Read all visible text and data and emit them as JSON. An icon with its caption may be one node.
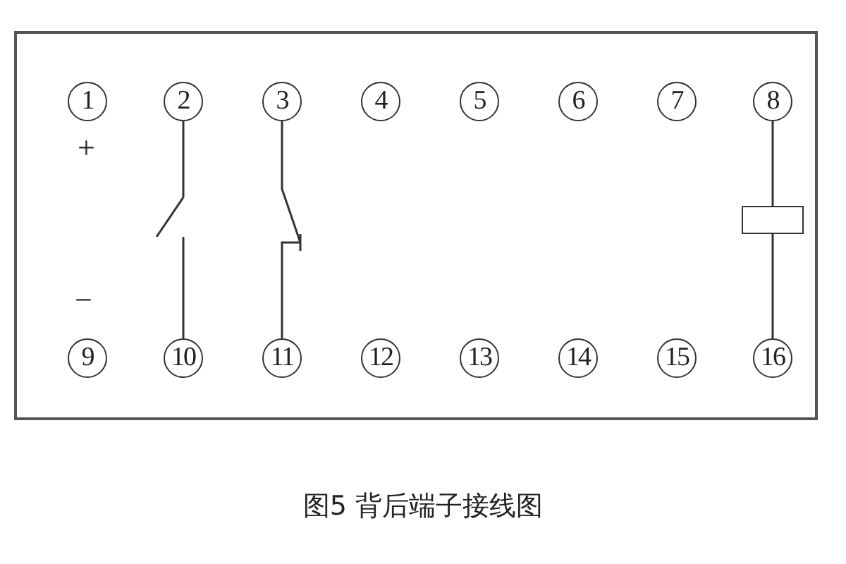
{
  "diagram": {
    "caption": "图5 背后端子接线图",
    "nodes": [
      {
        "text": [
          "1"
        ]
      },
      {
        "text": [
          "2"
        ]
      },
      {
        "text": [
          "3"
        ]
      },
      {
        "text": [
          "4"
        ]
      },
      {
        "text": [
          "5"
        ]
      },
      {
        "text": [
          "6"
        ]
      },
      {
        "text": [
          "7"
        ]
      },
      {
        "text": [
          "8"
        ]
      },
      {
        "text": [
          "9"
        ]
      },
      {
        "text": [
          "10"
        ]
      },
      {
        "text": [
          "11"
        ]
      },
      {
        "text": [
          "12"
        ]
      },
      {
        "text": [
          "13"
        ]
      },
      {
        "text": [
          "14"
        ]
      },
      {
        "text": [
          "15"
        ]
      },
      {
        "text": [
          "16"
        ]
      },
      {
        "text": [],
        "shape": "picture"
      },
      {
        "text": [],
        "shape": "box"
      }
    ],
    "edges": [
      {
        "from": 1,
        "to": 16,
        "arrow": "none"
      },
      {
        "from": 16,
        "to": 9,
        "arrow": "none"
      },
      {
        "from": 2,
        "to": 10,
        "arrow": "none"
      },
      {
        "from": 7,
        "to": 17,
        "arrow": "none"
      },
      {
        "from": 17,
        "to": 15,
        "arrow": "none"
      }
    ],
    "labels": [
      "+",
      "−"
    ]
  }
}
